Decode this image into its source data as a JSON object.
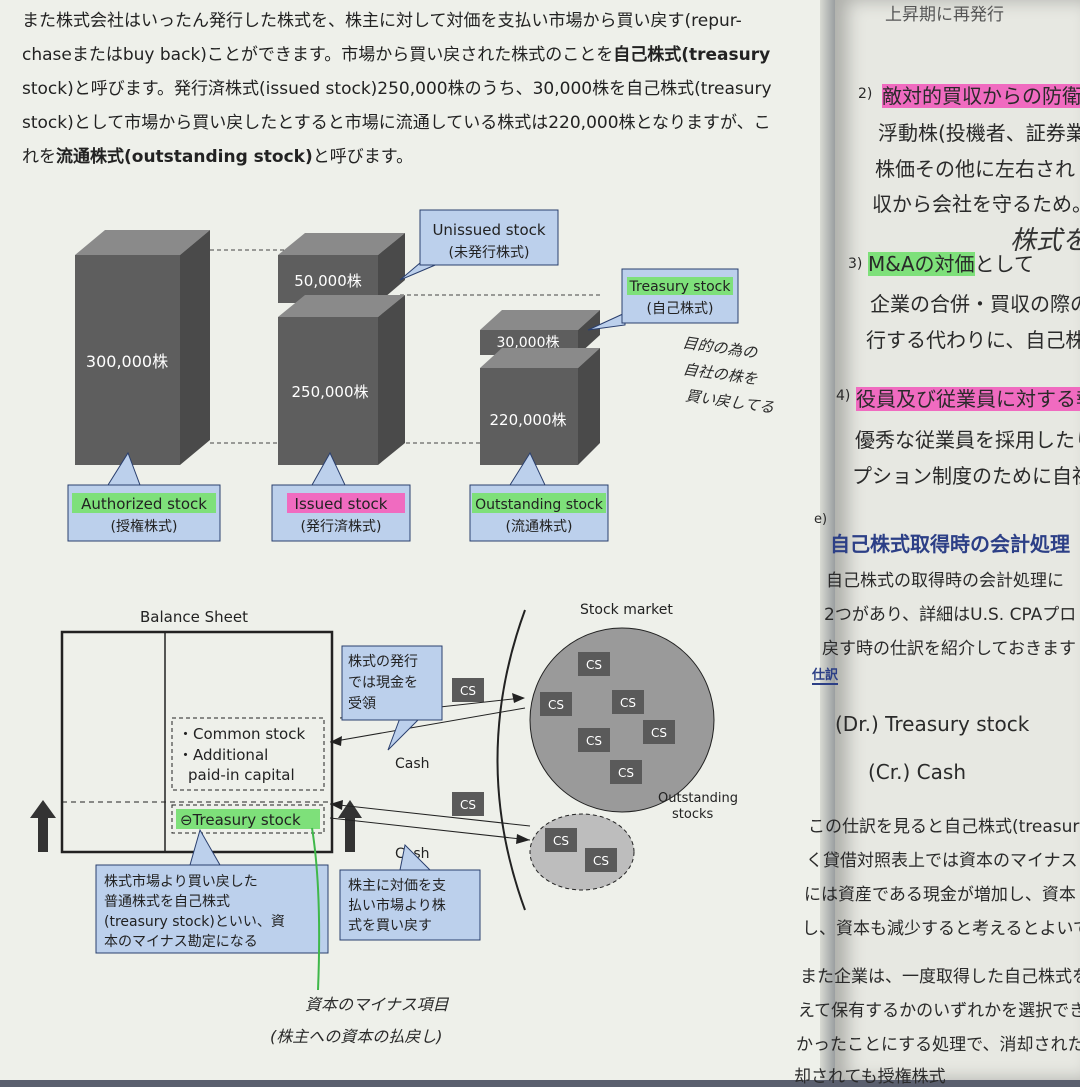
{
  "left_page": {
    "paragraph_lines": [
      "また株式会社はいったん発行した株式を、株主に対して対価を支払い市場から買い戻す(repur-",
      "chaseまたはbuy back)ことができます。市場から買い戻された株式のことを",
      "自己株式(treasury",
      "stock)と呼びます。発行済株式(issued stock)250,000株のうち、30,000株を自己株式(treasury",
      "stock)として市場から買い戻したとすると市場に流通している株式は220,000株となりますが、こ",
      "れを",
      "流通株式(outstanding stock)",
      "と呼びます。"
    ],
    "diagram1": {
      "block1_value": "300,000株",
      "block2_top": "50,000株",
      "block2_bottom": "250,000株",
      "block3_top": "30,000株",
      "block3_bottom": "220,000株",
      "callout_unissued_en": "Unissued stock",
      "callout_unissued_ja": "(未発行株式)",
      "callout_treasury_en": "Treasury stock",
      "callout_treasury_ja": "(自己株式)",
      "callout_authorized_en": "Authorized stock",
      "callout_authorized_ja": "(授権株式)",
      "callout_issued_en": "Issued stock",
      "callout_issued_ja": "(発行済株式)",
      "callout_outstanding_en": "Outstanding stock",
      "callout_outstanding_ja": "(流通株式)",
      "handwritten_note": [
        "目的の為の",
        "自社の株を",
        "買い戻してる"
      ]
    },
    "diagram2": {
      "balance_sheet_title": "Balance Sheet",
      "stock_market_label": "Stock market",
      "common_stock": "・Common stock",
      "apic_line1": "・Additional",
      "apic_line2": "paid-in capital",
      "treasury_stock": "⊖Treasury stock",
      "cs": "CS",
      "cash_top": "Cash",
      "cash_bottom": "Cash",
      "outstanding_line1": "Outstanding",
      "outstanding_line2": "stocks",
      "callout_issue": [
        "株式の発行",
        "では現金を",
        "受領"
      ],
      "callout_buyback_left": [
        "株式市場より買い戻した",
        "普通株式を自己株式",
        "(treasury stock)といい、資",
        "本のマイナス勘定になる"
      ],
      "callout_buyback_right": [
        "株主に対価を支",
        "払い市場より株",
        "式を買い戻す"
      ],
      "handwritten_bottom": [
        "資本のマイナス項目",
        "(株主への資本の払戻し)"
      ]
    }
  },
  "right_page": {
    "top_fragment": "上昇期に再発行",
    "item2_num": "2)",
    "item2_title": "敵対的買収からの防衛",
    "item2_lines": [
      "浮動株(投機者、証券業",
      "株価その他に左右され",
      "収から会社を守るため。"
    ],
    "handwritten_right": "株式を",
    "item3_num": "3)",
    "item3_title_hl": "M&Aの対価",
    "item3_title_rest": "として",
    "item3_lines": [
      "企業の合併・買収の際の",
      "行する代わりに、自己株式"
    ],
    "item4_num": "4)",
    "item4_title": "役員及び従業員に対する報",
    "item4_lines": [
      "優秀な従業員を採用したり",
      "プション制度のために自社"
    ],
    "section_e_label": "e)",
    "section_e_title": "自己株式取得時の会計処理",
    "section_e_lines": [
      "自己株式の取得時の会計処理に",
      "2つがあり、詳細はU.S. CPAプロ",
      "戻す時の仕訳を紹介しておきます"
    ],
    "shiwake_label": "仕訳",
    "dr_line": "(Dr.) Treasury stock",
    "cr_line": "(Cr.) Cash",
    "body_lines": [
      "この仕訳を見ると自己株式(treasury",
      "く貸借対照表上では資本のマイナス",
      "には資産である現金が増加し、資本",
      "し、資本も減少すると考えるとよいで"
    ],
    "body2_lines": [
      "また企業は、一度取得した自己株式を",
      "えて保有するかのいずれかを選択でき",
      "かったことにする処理で、消却された",
      "却されても授権株式"
    ]
  }
}
